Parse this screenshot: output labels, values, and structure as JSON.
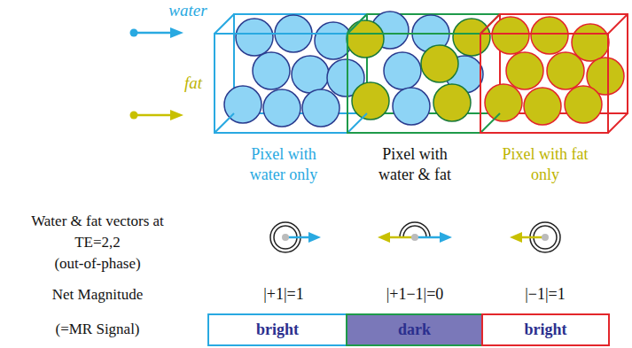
{
  "diagram": {
    "nodes": [
      {
        "text": [
          "bright"
        ]
      },
      {
        "text": [
          "dark"
        ]
      },
      {
        "text": [
          "bright"
        ]
      }
    ],
    "labels": [
      "water",
      "fat",
      "Pixel with water only",
      "Pixel with water & fat",
      "Pixel with fat only",
      "Water & fat vectors at TE=2,2 (out-of-phase)",
      "Net Magnitude",
      "|+1|=1",
      "|+1−1|=0",
      "|−1|=1",
      "(=MR Signal)"
    ]
  }
}
